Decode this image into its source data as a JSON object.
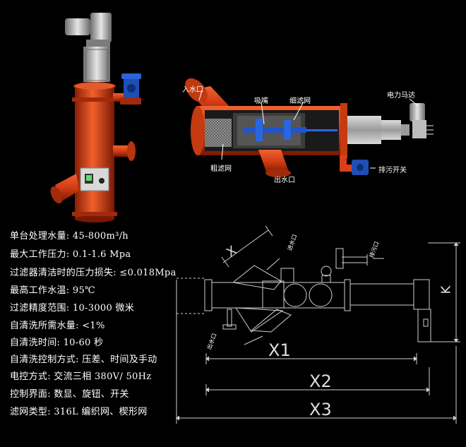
{
  "labels": {
    "inlet": "入水口",
    "suction_nozzle": "吸嘴",
    "fine_screen": "细滤网",
    "motor": "电力马达",
    "coarse_screen": "粗滤网",
    "outlet": "出水口",
    "drain_switch": "排污开关"
  },
  "specs": [
    "单台处理水量: 45-800m³/h",
    "最大工作压力: 0.1-1.6 Mpa",
    "过滤器清洁时的压力损失: ≤0.018Mpa",
    "最高工作水温: 95℃",
    "过滤精度范围: 10-3000 微米",
    "自清洗所需水量: <1%",
    "自清洗时间: 10-60 秒",
    "自清洗控制方式: 压差、时间及手动",
    "电控方式: 交流三相 380V/ 50Hz",
    "控制界面: 数显、旋钮、开关",
    "滤网类型: 316L 编织网、楔形网"
  ],
  "drawing": {
    "inlet_label": "进水口",
    "outlet_label": "出水口",
    "drain_label": "排污口",
    "dims": {
      "x": "X",
      "x1": "X1",
      "x2": "X2",
      "x3": "X3",
      "k": "K"
    }
  },
  "colors": {
    "body": "#d8401a",
    "valve": "#1e4fb5",
    "metal": "#b8b8b8"
  }
}
